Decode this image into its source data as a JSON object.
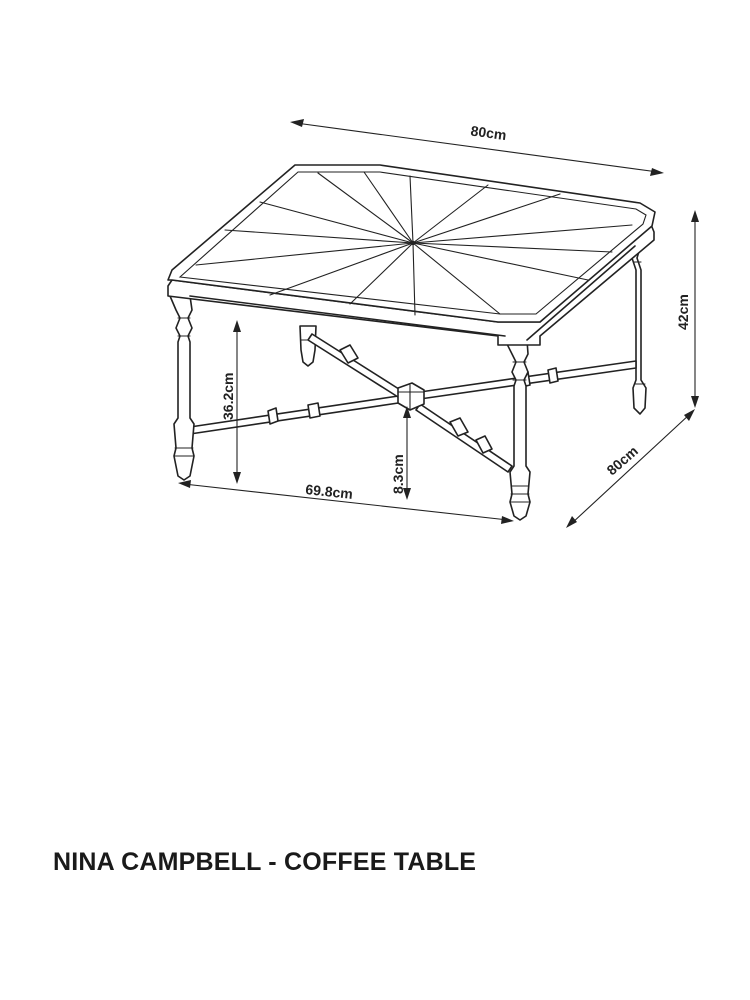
{
  "title": "NINA CAMPBELL - COFFEE TABLE",
  "dimensions": {
    "top_width": "80cm",
    "height": "42cm",
    "depth": "80cm",
    "leg_height": "36.2cm",
    "leg_span": "69.8cm",
    "stretcher_height": "8.3cm"
  },
  "colors": {
    "line": "#222222",
    "background": "#ffffff"
  }
}
